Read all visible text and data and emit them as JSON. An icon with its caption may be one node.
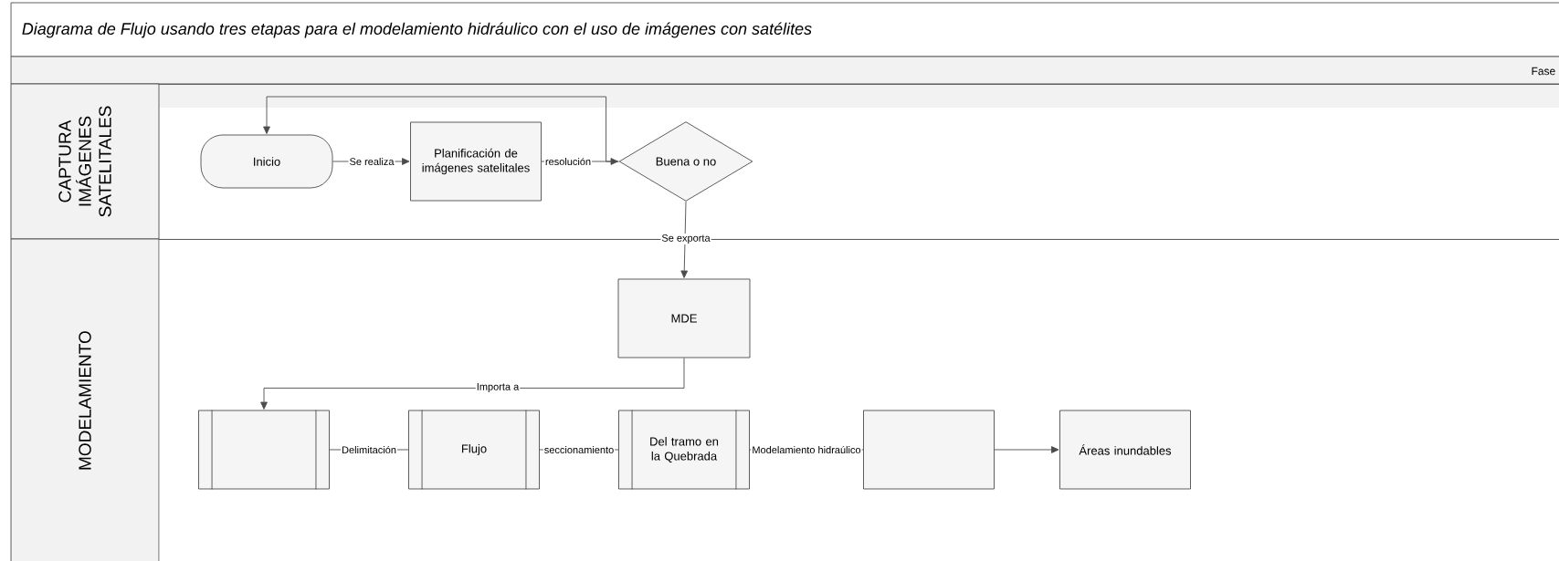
{
  "diagram": {
    "title": "Diagrama de Flujo usando tres etapas para el modelamiento hidráulico con el uso de imágenes con satélites",
    "nodes": [
      {
        "text": [
          "CAPTURA IMÁGENES SATELITALES"
        ]
      },
      {
        "text": [
          "Inicio"
        ],
        "in": 0
      },
      {
        "text": [
          "Planificación de imágenes satelitales"
        ],
        "in": 0
      },
      {
        "text": [
          "Buena o no"
        ],
        "in": 0
      },
      {
        "text": [
          "MODELAMIENTO"
        ]
      },
      {
        "text": [
          "MDE"
        ],
        "in": 4
      },
      {
        "text": [],
        "shape": "box",
        "in": 4
      },
      {
        "text": [
          "Flujo"
        ],
        "in": 4
      },
      {
        "text": [
          "Del tramo en la Quebrada"
        ],
        "in": 4
      },
      {
        "text": [],
        "shape": "box",
        "in": 4
      },
      {
        "text": [
          "Áreas inundables"
        ],
        "in": 4
      }
    ],
    "edges": [
      {
        "from": 1,
        "to": 2,
        "arrow": "to",
        "label": "Se realiza"
      },
      {
        "from": 2,
        "to": 3,
        "arrow": "to",
        "label": "resolución"
      },
      {
        "from": 3,
        "to": 1,
        "arrow": "to"
      },
      {
        "from": 3,
        "to": 5,
        "arrow": "to",
        "label": "Se exporta"
      },
      {
        "from": 5,
        "to": 6,
        "arrow": "to",
        "label": "Importa a"
      },
      {
        "from": 6,
        "to": 7,
        "arrow": "none",
        "label": "Delimitación"
      },
      {
        "from": 7,
        "to": 8,
        "arrow": "none",
        "label": "seccionamiento"
      },
      {
        "from": 8,
        "to": 9,
        "arrow": "none",
        "label": "Modelamiento hidraúlico"
      },
      {
        "from": 9,
        "to": 10,
        "arrow": "to"
      }
    ],
    "labels": [
      "Fase"
    ]
  }
}
